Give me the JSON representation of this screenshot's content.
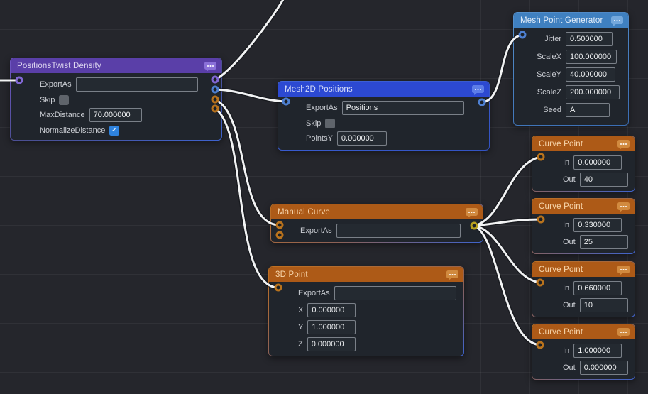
{
  "canvas": {
    "background": "#25262c",
    "grid_line": "#31333a",
    "wire_color": "#f2f3f4"
  },
  "accent_colors": {
    "purple_header": "#5a3fa8",
    "blue_header": "#2c49d2",
    "steel_header": "#3f80c0",
    "orange_header": "#ad5a17",
    "checkbox_checked": "#2e82dd",
    "port_purple": "#8268d6",
    "port_blue": "#4e80d2",
    "port_orange": "#b9731d",
    "port_yellow": "#b9a11f"
  },
  "icons": {
    "header_icon": "comment-bubble-icon"
  },
  "nodes": {
    "ptd": {
      "title": "PositionsTwist Density",
      "fields": {
        "export_as": {
          "label": "ExportAs",
          "value": ""
        },
        "skip": {
          "label": "Skip",
          "checked": "false"
        },
        "max_distance": {
          "label": "MaxDistance",
          "value": "70.000000"
        },
        "normalize_distance": {
          "label": "NormalizeDistance",
          "checked": "true"
        }
      }
    },
    "mesh2d": {
      "title": "Mesh2D Positions",
      "fields": {
        "export_as": {
          "label": "ExportAs",
          "value": "Positions"
        },
        "skip": {
          "label": "Skip",
          "checked": "false"
        },
        "points_y": {
          "label": "PointsY",
          "value": "0.000000"
        }
      }
    },
    "mpg": {
      "title": "Mesh Point Generator",
      "fields": {
        "jitter": {
          "label": "Jitter",
          "value": "0.500000"
        },
        "scale_x": {
          "label": "ScaleX",
          "value": "100.000000"
        },
        "scale_y": {
          "label": "ScaleY",
          "value": "40.000000"
        },
        "scale_z": {
          "label": "ScaleZ",
          "value": "200.000000"
        },
        "seed": {
          "label": "Seed",
          "value": "A"
        }
      }
    },
    "manual_curve": {
      "title": "Manual Curve",
      "fields": {
        "export_as": {
          "label": "ExportAs",
          "value": ""
        }
      }
    },
    "point3d": {
      "title": "3D Point",
      "fields": {
        "export_as": {
          "label": "ExportAs",
          "value": ""
        },
        "x": {
          "label": "X",
          "value": "0.000000"
        },
        "y": {
          "label": "Y",
          "value": "1.000000"
        },
        "z": {
          "label": "Z",
          "value": "0.000000"
        }
      }
    },
    "curve_points": [
      {
        "title": "Curve Point",
        "in_label": "In",
        "in_value": "0.000000",
        "out_label": "Out",
        "out_value": "40"
      },
      {
        "title": "Curve Point",
        "in_label": "In",
        "in_value": "0.330000",
        "out_label": "Out",
        "out_value": "25"
      },
      {
        "title": "Curve Point",
        "in_label": "In",
        "in_value": "0.660000",
        "out_label": "Out",
        "out_value": "10"
      },
      {
        "title": "Curve Point",
        "in_label": "In",
        "in_value": "1.000000",
        "out_label": "Out",
        "out_value": "0.000000"
      }
    ]
  }
}
